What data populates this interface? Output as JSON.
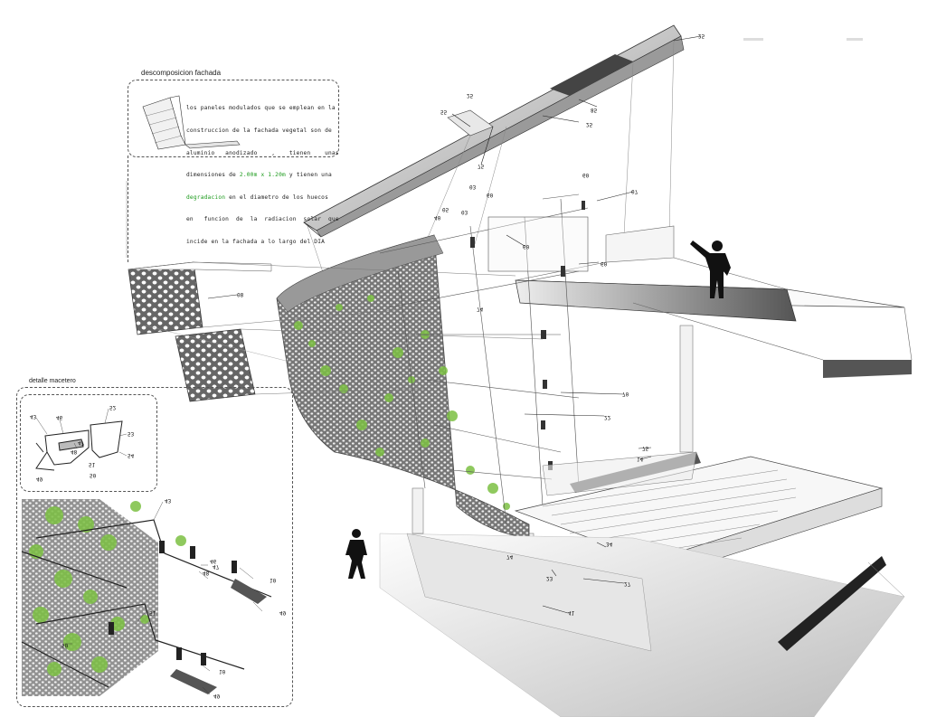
{
  "header": {
    "descomposicion_title": "descomposicion fachada",
    "detalle_title": "detalle macetero"
  },
  "description": {
    "line1": "los paneles modulados que se emplean en la",
    "line2": "construccion de la fachada vegetal son de",
    "line3": "aluminio   anodizado    ,    tienen    unas",
    "line4a": "dimensiones de ",
    "line4b": "2.00m x 1.20m",
    "line4c": " y tienen una",
    "line5a": "",
    "line5b": "degradacion",
    "line5c": " en el diametro de los huecos",
    "line6": "en   funcion  de  la  radiacion  solar  que",
    "line7": "incide en la fachada a lo largo del DIA"
  },
  "callouts": {
    "c25a": "25",
    "c25b": "25",
    "c55": "55",
    "c85": "85",
    "c25c": "25",
    "c75": "75",
    "c60a": "60",
    "c60b": "60",
    "c05": "05",
    "c03": "03",
    "c40": "40",
    "c60c": "60",
    "c60d": "60",
    "c07": "07",
    "c70": "70",
    "c08": "08",
    "c74a": "74",
    "c10": "10",
    "c22": "22",
    "c75b": "75",
    "c14": "14",
    "c34": "34",
    "c23": "23",
    "c74b": "74",
    "c27": "27",
    "c04": "04",
    "c41": "41",
    "d43": "43",
    "d46": "46",
    "d52": "52",
    "d53": "53",
    "d47": "47",
    "d48": "48",
    "d54": "54",
    "d51": "51",
    "d50": "50",
    "d49": "49",
    "e43": "43",
    "e46": "46",
    "e47": "47",
    "e48": "48",
    "e10a": "10",
    "e49a": "49",
    "e51": "51",
    "e50": "50",
    "e10b": "10",
    "e49b": "49"
  },
  "colors": {
    "vegetation": "#7cc043",
    "ink": "#222222",
    "highlight": "#1a9a1a"
  }
}
